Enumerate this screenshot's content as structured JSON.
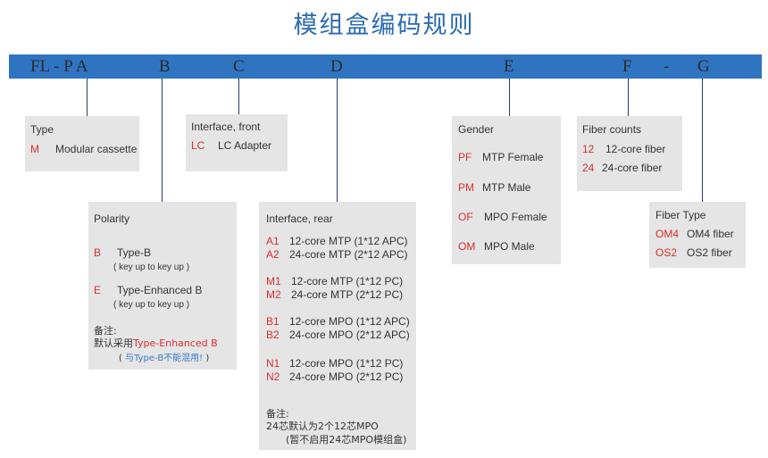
{
  "title": "模组盒编码规则",
  "code": {
    "fl_pa": "FL - P A",
    "b": "B",
    "c": "C",
    "d": "D",
    "e": "E",
    "f": "F",
    "dash": "-",
    "g": "G"
  },
  "type": {
    "heading": "Type",
    "code": "M",
    "label": "Modular cassette"
  },
  "polarity": {
    "heading": "Polarity",
    "b_code": "B",
    "b_label": "Type-B",
    "b_note": "( key up to key up )",
    "e_code": "E",
    "e_label": "Type-Enhanced B",
    "e_note": "( key up to key up )",
    "remark_label": "备注:",
    "remark_prefix": "默认采用",
    "remark_highlight": "Type-Enhanced B",
    "remark_sub_open": "(",
    "remark_sub": "与Type-B不能混用!",
    "remark_sub_close": ")"
  },
  "interface_front": {
    "heading": "Interface, front",
    "code": "LC",
    "label": "LC Adapter"
  },
  "interface_rear": {
    "heading": "Interface, rear",
    "rows": [
      {
        "code": "A1",
        "label": "12-core MTP (1*12 APC)"
      },
      {
        "code": "A2",
        "label": "24-core MTP (2*12 APC)"
      },
      {
        "code": "M1",
        "label": "12-core MTP (1*12 PC)"
      },
      {
        "code": "M2",
        "label": "24-core MTP (2*12 PC)"
      },
      {
        "code": "B1",
        "label": "12-core MPO (1*12 APC)"
      },
      {
        "code": "B2",
        "label": "24-core MPO (2*12 APC)"
      },
      {
        "code": "N1",
        "label": "12-core MPO (1*12 PC)"
      },
      {
        "code": "N2",
        "label": "24-core MPO (2*12 PC)"
      }
    ],
    "remark_label": "备注:",
    "remark_line1": "24芯默认为2个12芯MPO",
    "remark_line2": "(暂不启用24芯MPO模组盒)"
  },
  "gender": {
    "heading": "Gender",
    "rows": [
      {
        "code": "PF",
        "label": "MTP Female"
      },
      {
        "code": "PM",
        "label": "MTP Male"
      },
      {
        "code": "OF",
        "label": "MPO Female"
      },
      {
        "code": "OM",
        "label": "MPO Male"
      }
    ]
  },
  "fiber_counts": {
    "heading": "Fiber counts",
    "rows": [
      {
        "code": "12",
        "label": "12-core fiber"
      },
      {
        "code": "24",
        "label": "24-core fiber"
      }
    ]
  },
  "fiber_type": {
    "heading": "Fiber Type",
    "rows": [
      {
        "code": "OM4",
        "label": "OM4 fiber"
      },
      {
        "code": "OS2",
        "label": "OS2 fiber"
      }
    ]
  },
  "colors": {
    "bar": "#2f74c1",
    "title": "#2b6cb0",
    "code_red": "#d9302c",
    "box": "#e5e5e6",
    "line": "#2a3e66",
    "note_blue": "#3a7bc2"
  }
}
